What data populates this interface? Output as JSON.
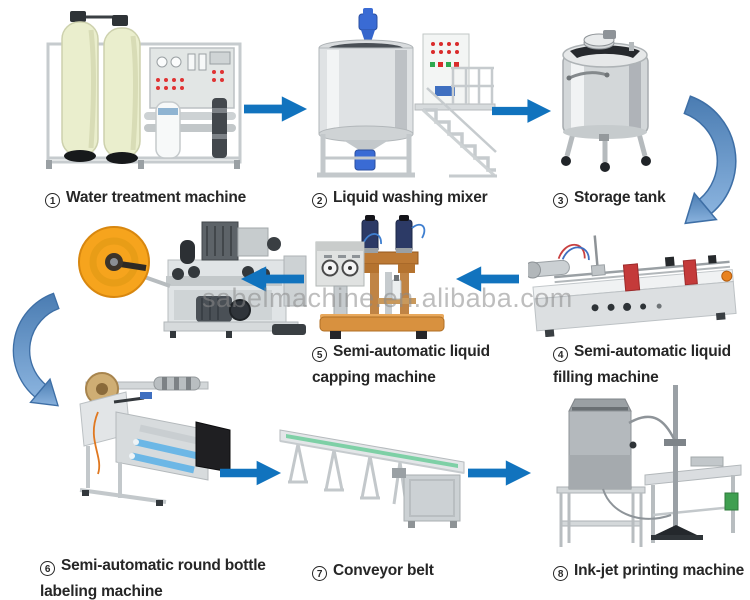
{
  "page": {
    "background": "#ffffff"
  },
  "watermark": {
    "text": "sabelmachine.en.alibaba.com",
    "color": "#8a8a8a"
  },
  "flow": {
    "arrow_color": "#1173be",
    "curve_top": "#4a7cb2",
    "curve_bottom": "#8ab3de",
    "curve_stroke": "#3e6fa6"
  },
  "machines": [
    {
      "id": "water-treatment-machine",
      "num": "1",
      "line1": "Water treatment machine",
      "line2": ""
    },
    {
      "id": "liquid-washing-mixer",
      "num": "2",
      "line1": "Liquid washing mixer",
      "line2": ""
    },
    {
      "id": "storage-tank",
      "num": "3",
      "line1": "Storage tank",
      "line2": ""
    },
    {
      "id": "semi-automatic-liquid-filling-machine",
      "num": "4",
      "line1": "Semi-automatic liquid",
      "line2": "filling machine"
    },
    {
      "id": "semi-automatic-liquid-capping-machine",
      "num": "5",
      "line1": "Semi-automatic liquid",
      "line2": "capping machine"
    },
    {
      "id": "semi-automatic-round-bottle-labeling-machine",
      "num": "6",
      "line1": "Semi-automatic round bottle",
      "line2": "labeling machine"
    },
    {
      "id": "conveyor-belt",
      "num": "7",
      "line1": "Conveyor belt",
      "line2": ""
    },
    {
      "id": "ink-jet-printing-machine",
      "num": "8",
      "line1": "Ink-jet printing machine",
      "line2": ""
    }
  ]
}
